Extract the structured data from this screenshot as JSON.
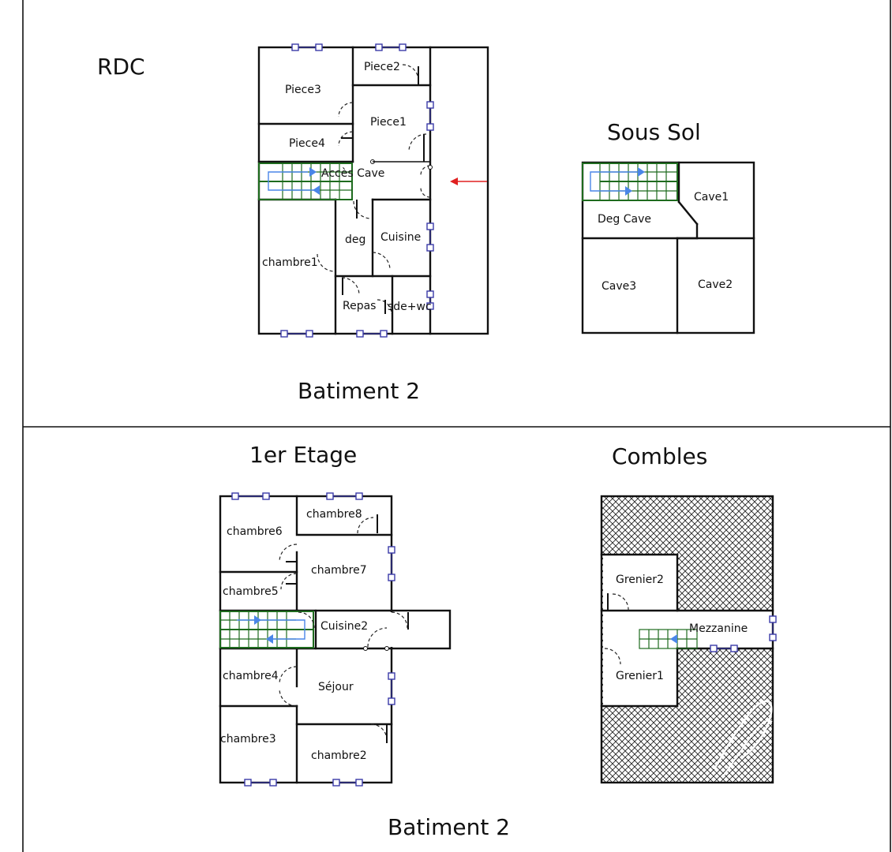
{
  "sections": {
    "rdc_title": "RDC",
    "sous_sol_title": "Sous Sol",
    "batiment_top": "Batiment 2",
    "etage_title": "1er Etage",
    "combles_title": "Combles",
    "batiment_bottom": "Batiment 2"
  },
  "rdc_rooms": {
    "piece3": "Piece3",
    "piece2": "Piece2",
    "piece1": "Piece1",
    "piece4": "Piece4",
    "acces_cave": "Accès Cave",
    "deg": "deg",
    "cuisine": "Cuisine",
    "chambre1": "chambre1",
    "repas": "Repas",
    "sde_wc": "sde+wc"
  },
  "sous_sol_rooms": {
    "cave1": "Cave1",
    "deg_cave": "Deg Cave",
    "cave3": "Cave3",
    "cave2": "Cave2"
  },
  "etage_rooms": {
    "chambre6": "chambre6",
    "chambre8": "chambre8",
    "chambre7": "chambre7",
    "chambre5": "chambre5",
    "cuisine2": "Cuisine2",
    "chambre4": "chambre4",
    "sejour": "Séjour",
    "chambre3": "chambre3",
    "chambre2": "chambre2"
  },
  "combles_rooms": {
    "grenier2": "Grenier2",
    "mezzanine": "Mezzanine",
    "grenier1": "Grenier1"
  },
  "colors": {
    "wall": "#111111",
    "window": "#3a3aa8",
    "stair": "#1e6b1e",
    "stair_arrow": "#4a86e8",
    "entry_arrow": "#e02020"
  }
}
